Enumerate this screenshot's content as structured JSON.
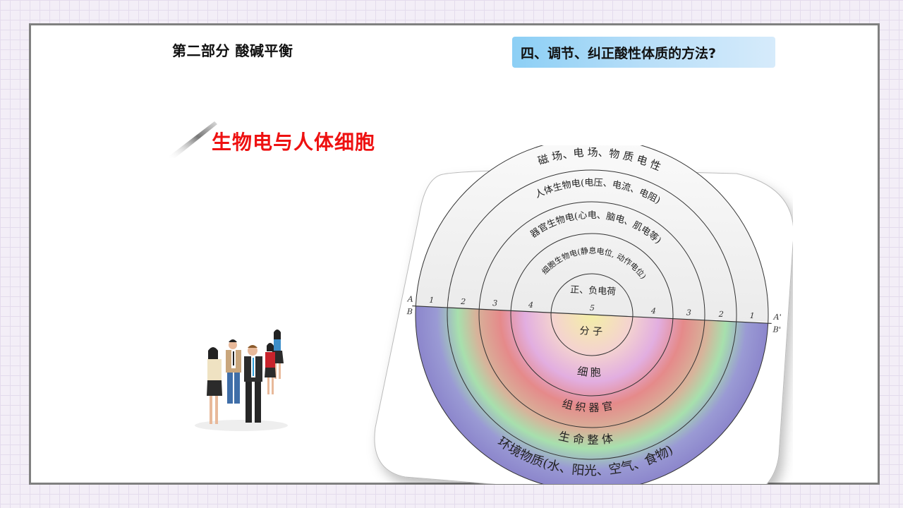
{
  "header": {
    "section_title": "第二部分 酸碱平衡",
    "topic": "四、调节、纠正酸性体质的方法?"
  },
  "subtitle": "生物电与人体细胞",
  "illustration": {
    "name": "business-people-group"
  },
  "diagram": {
    "upper_rings": [
      "磁 场、电 场、物 质 电 性",
      "人体生物电(电压、电流、电阻)",
      "器官生物电(心电、脑电、肌电等)",
      "细胞生物电(静息电位, 动作电位)",
      "正、负电荷"
    ],
    "lower_rings": [
      "环境物质(水、阳光、空气、食物)",
      "生 命 整 体",
      "组 织 器 官",
      "细 胞",
      "分 子"
    ],
    "ring_numbers_left": [
      "1",
      "2",
      "3",
      "4"
    ],
    "ring_number_center": "5",
    "ring_numbers_right": [
      "4",
      "3",
      "2",
      "1"
    ],
    "axis_labels": {
      "A": "A",
      "B": "B",
      "A_prime": "A'",
      "B_prime": "B'"
    },
    "colors": {
      "outer": "#8f8ad0",
      "ring2": "#a6e0b0",
      "ring3": "#e58c8c",
      "ring4": "#e2b0dd",
      "center": "#f1ecb0",
      "upper": "#e6e6e6"
    }
  },
  "colors": {
    "subtitle": "#ee1111",
    "topic_bg": "#b7def8",
    "frame": "#808080"
  }
}
